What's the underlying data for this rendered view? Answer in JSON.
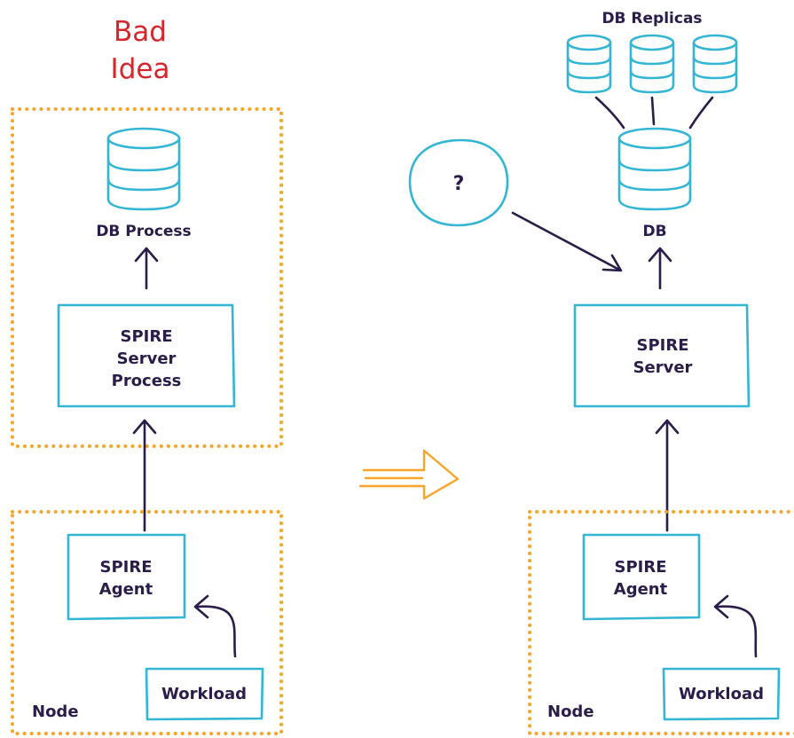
{
  "left": {
    "title_line1": "Bad",
    "title_line2": "Idea",
    "db_label": "DB Process",
    "server_line1": "SPIRE",
    "server_line2": "Server",
    "server_line3": "Process",
    "agent_line1": "SPIRE",
    "agent_line2": "Agent",
    "workload_label": "Workload",
    "node_label": "Node"
  },
  "right": {
    "replicas_label": "DB Replicas",
    "question_mark": "?",
    "db_label": "DB",
    "server_line1": "SPIRE",
    "server_line2": "Server",
    "agent_line1": "SPIRE",
    "agent_line2": "Agent",
    "workload_label": "Workload",
    "node_label": "Node"
  },
  "colors": {
    "box_stroke": "#33b5d4",
    "dotted_border": "#f7a52a",
    "arrow": "#2a1d4a",
    "warning_text": "#d4262b",
    "transition_arrow": "#f7a52a"
  },
  "icons": [
    "database-icon",
    "arrow-up-icon",
    "transition-arrow-icon",
    "question-bubble-icon"
  ]
}
